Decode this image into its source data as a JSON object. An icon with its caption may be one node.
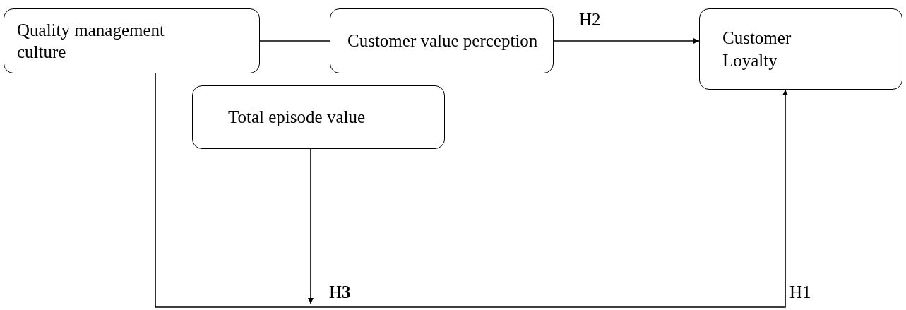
{
  "diagram": {
    "nodes": [
      {
        "text": [
          "Quality management culture"
        ]
      },
      {
        "text": [
          "Customer value perception"
        ]
      },
      {
        "text": [
          "Customer Loyalty"
        ]
      },
      {
        "text": [
          "Total episode value"
        ]
      }
    ],
    "edges": [
      {
        "from": 0,
        "to": 1,
        "arrow": "none"
      },
      {
        "from": 1,
        "to": 2,
        "arrow": "to",
        "label": "H2"
      },
      {
        "from": 0,
        "to": 2,
        "arrow": "to",
        "label": "H1"
      },
      {
        "from": 3,
        "to": null,
        "arrow": "to",
        "label": "H**3**"
      }
    ]
  }
}
